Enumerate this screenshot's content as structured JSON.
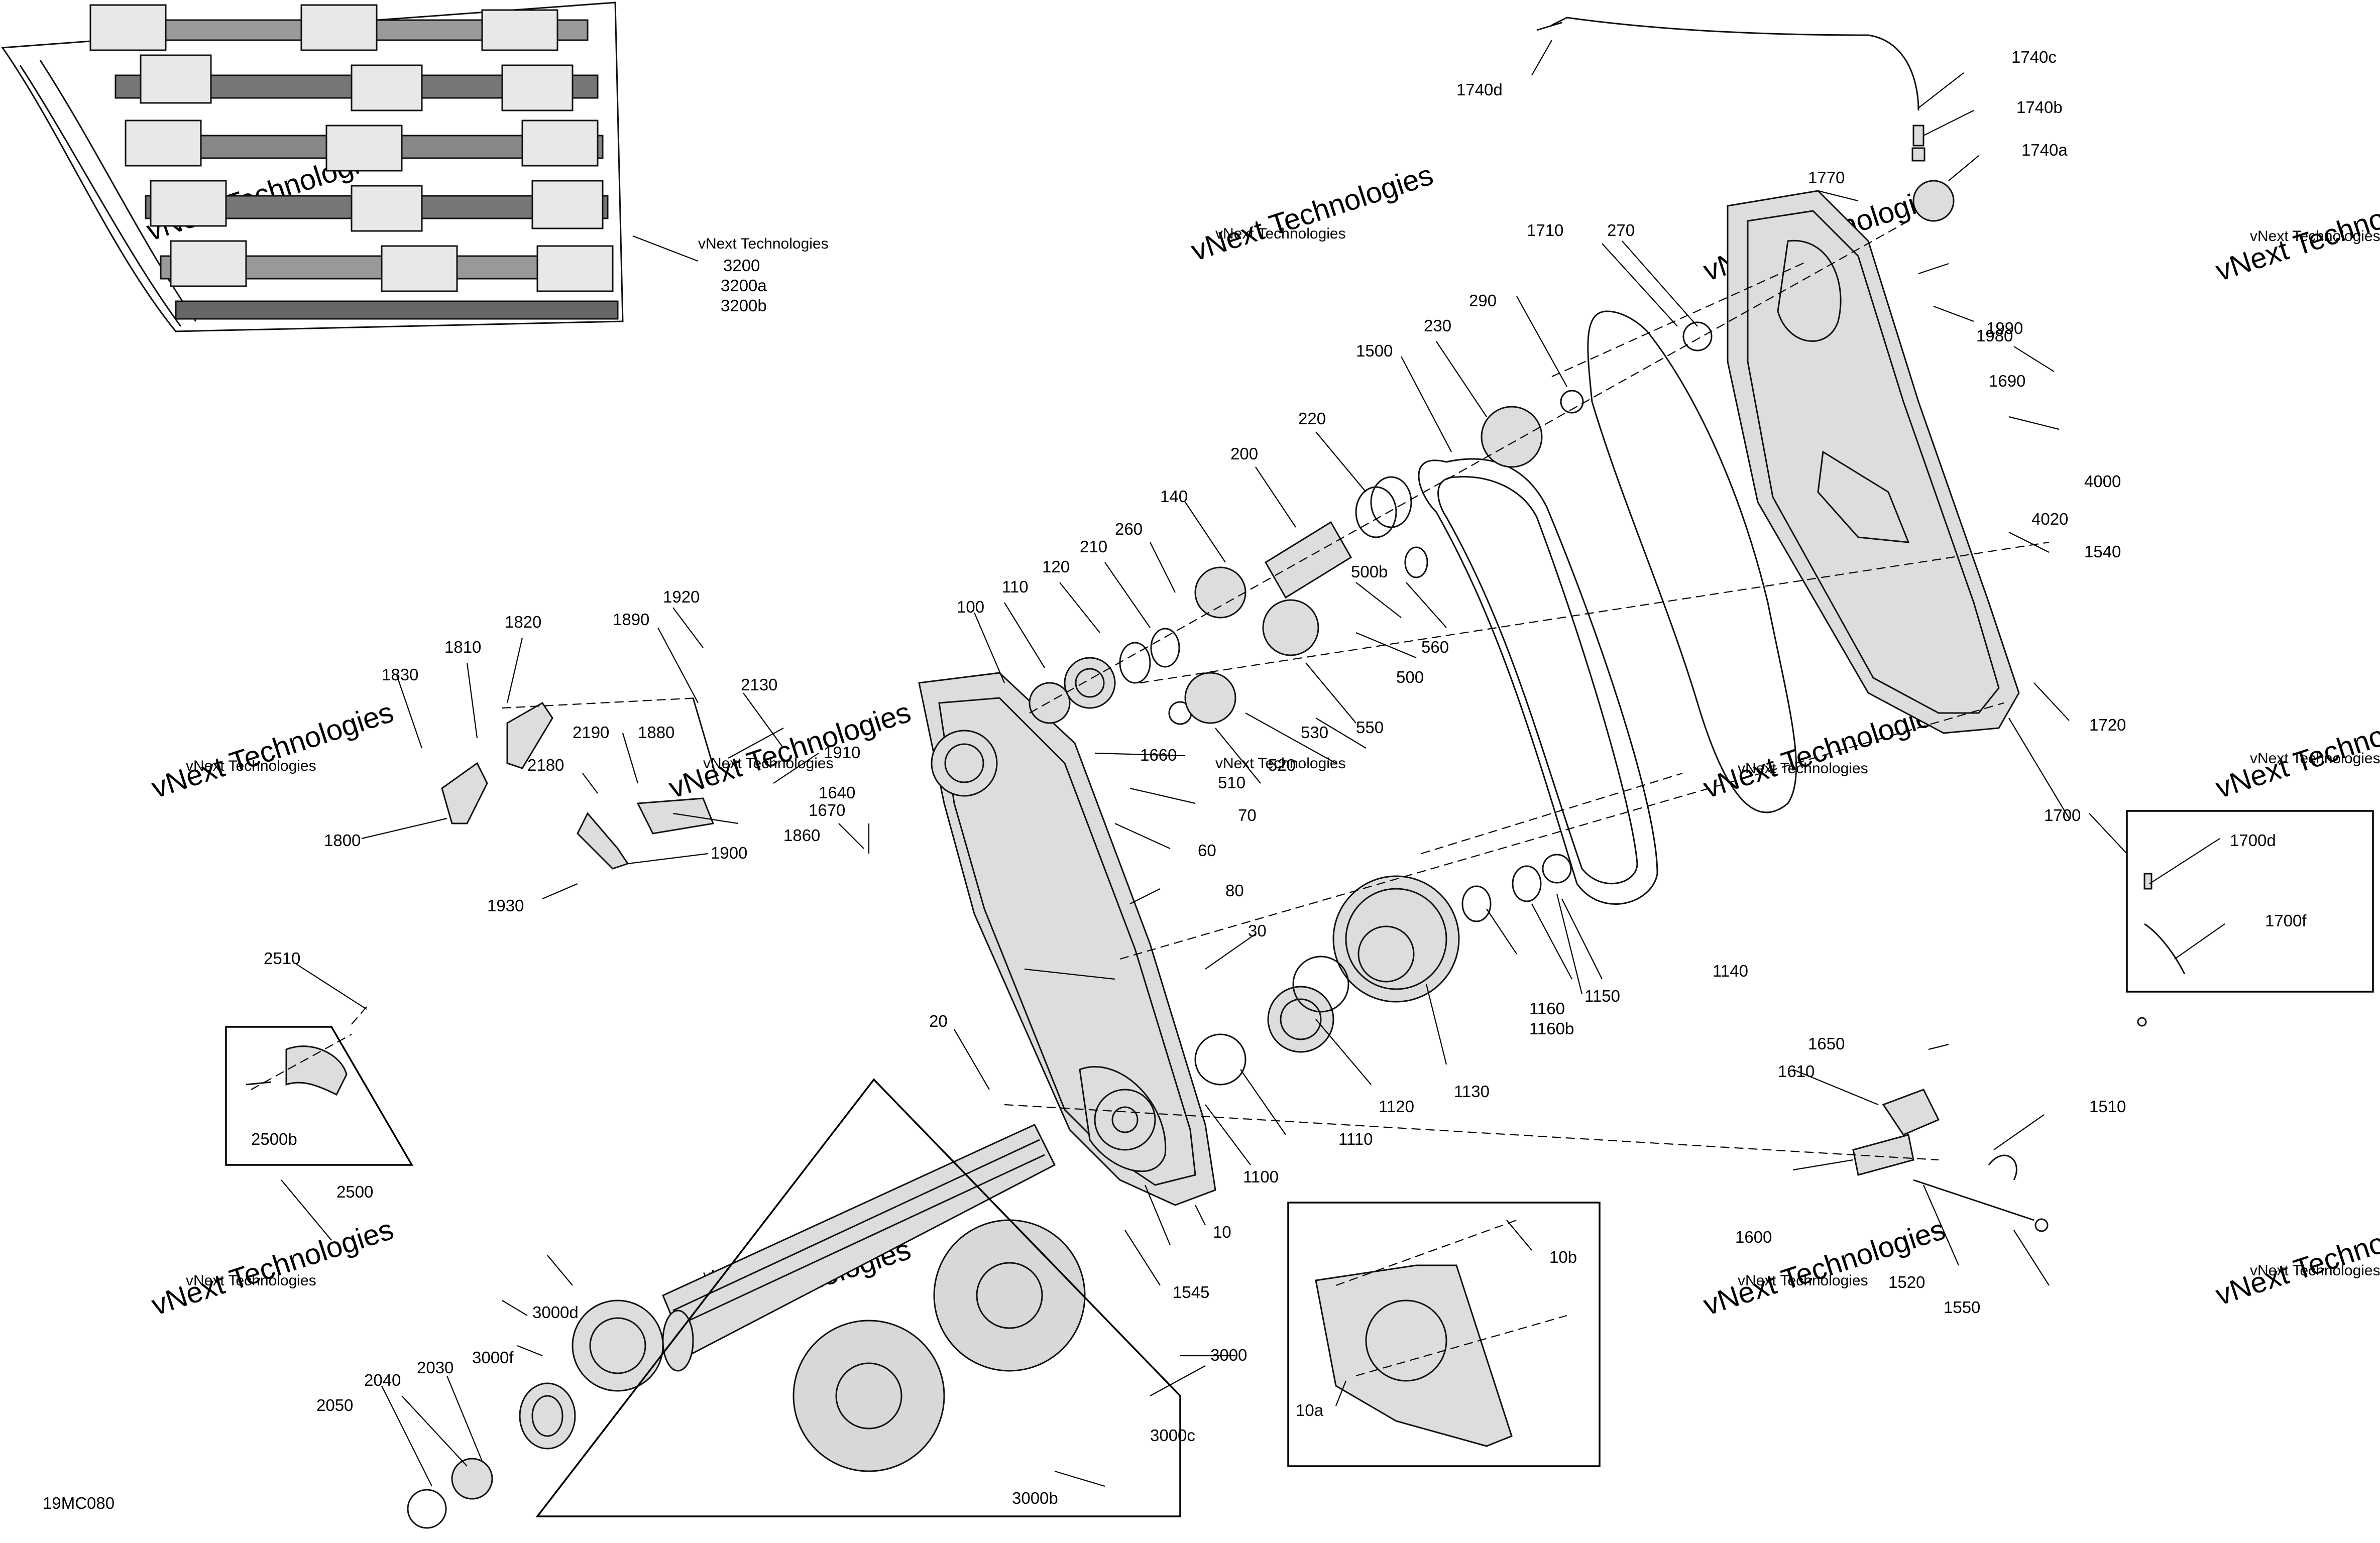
{
  "diagram": {
    "code": "19MC080",
    "watermark_small": "vNext Technologies",
    "watermark_big": "vNext Technologies",
    "labels": {
      "l10": "10",
      "l10a": "10a",
      "l10b": "10b",
      "l20": "20",
      "l30": "30",
      "l60": "60",
      "l70": "70",
      "l80": "80",
      "l100": "100",
      "l110": "110",
      "l120": "120",
      "l140": "140",
      "l200": "200",
      "l210": "210",
      "l220": "220",
      "l230": "230",
      "l260": "260",
      "l270": "270",
      "l290": "290",
      "l500": "500",
      "l500b": "500b",
      "l510": "510",
      "l520": "520",
      "l530": "530",
      "l550": "550",
      "l560": "560",
      "l1100": "1100",
      "l1110": "1110",
      "l1120": "1120",
      "l1130": "1130",
      "l1140": "1140",
      "l1150": "1150",
      "l1160": "1160",
      "l1160b": "1160b",
      "l1500": "1500",
      "l1510": "1510",
      "l1520": "1520",
      "l1540": "1540",
      "l1545": "1545",
      "l1550": "1550",
      "l1600": "1600",
      "l1610": "1610",
      "l1640": "1640",
      "l1650": "1650",
      "l1660": "1660",
      "l1670": "1670",
      "l1690": "1690",
      "l1700": "1700",
      "l1700d": "1700d",
      "l1700f": "1700f",
      "l1710": "1710",
      "l1720": "1720",
      "l1740a": "1740a",
      "l1740b": "1740b",
      "l1740c": "1740c",
      "l1740d": "1740d",
      "l1770": "1770",
      "l1800": "1800",
      "l1810": "1810",
      "l1820": "1820",
      "l1830": "1830",
      "l1860": "1860",
      "l1880": "1880",
      "l1890": "1890",
      "l1900": "1900",
      "l1910": "1910",
      "l1920": "1920",
      "l1930": "1930",
      "l1980": "1980",
      "l1990": "1990",
      "l2030": "2030",
      "l2040": "2040",
      "l2050": "2050",
      "l2130": "2130",
      "l2180": "2180",
      "l2190": "2190",
      "l2500": "2500",
      "l2500b": "2500b",
      "l2510": "2510",
      "l3000": "3000",
      "l3000b": "3000b",
      "l3000c": "3000c",
      "l3000d": "3000d",
      "l3000f": "3000f",
      "l3200": "3200",
      "l3200a": "3200a",
      "l3200b": "3200b",
      "l4000": "4000",
      "l4020": "4020"
    }
  }
}
